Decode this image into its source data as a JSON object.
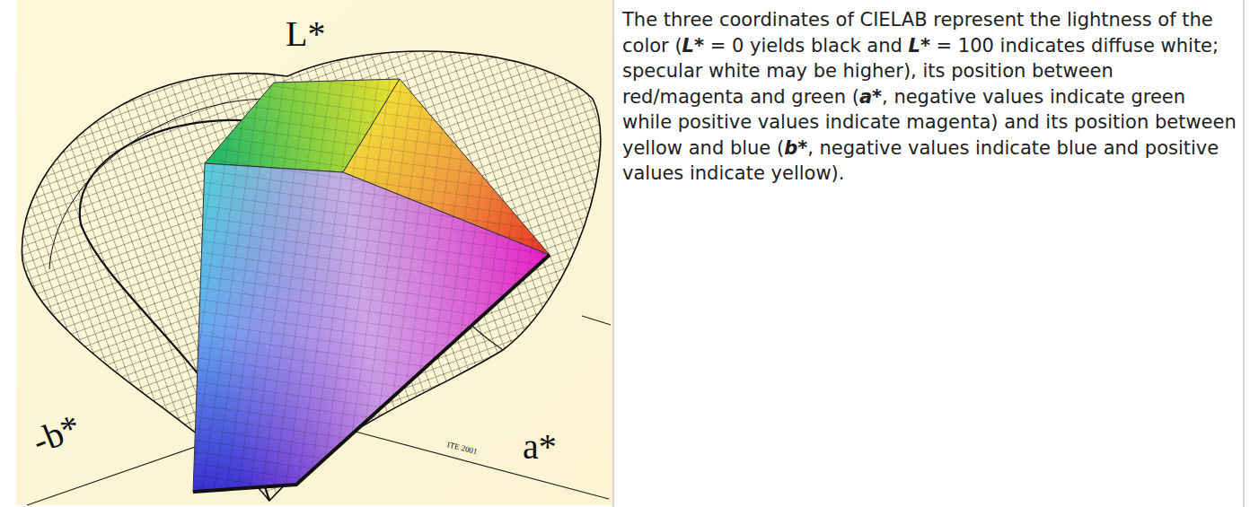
{
  "diagram": {
    "labels": [
      "L*",
      "-b*",
      "a*",
      "ITE 2001",
      "The three coordinates of CIELAB represent the lightness of the color (L* = 0 yields black and L* = 100 indicates diffuse white; specular white may be higher), its position between red/magenta and green (a*, negative values indicate green while positive values indicate magenta) and its position between yellow and blue (b*, negative values indicate blue and positive values indicate yellow)."
    ]
  }
}
